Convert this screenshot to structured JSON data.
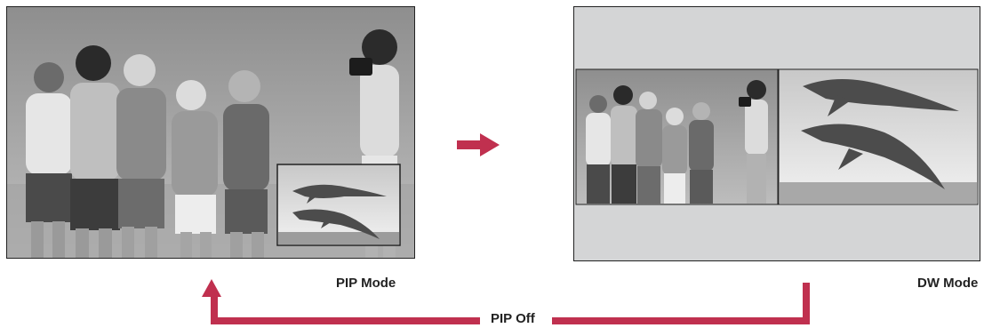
{
  "pip_panel": {
    "label": "PIP Mode"
  },
  "dw_panel": {
    "label": "DW Mode"
  },
  "loop": {
    "label": "PIP Off"
  },
  "colors": {
    "arrow": "#c0304f",
    "screen_border": "#222222",
    "dw_background": "#d4d5d6",
    "sky_top": "#8e8e8e",
    "sky_bottom": "#b9b9b9"
  },
  "icons": {
    "forward_arrow": "right-arrow-icon",
    "return_arrow": "up-arrow-icon"
  }
}
